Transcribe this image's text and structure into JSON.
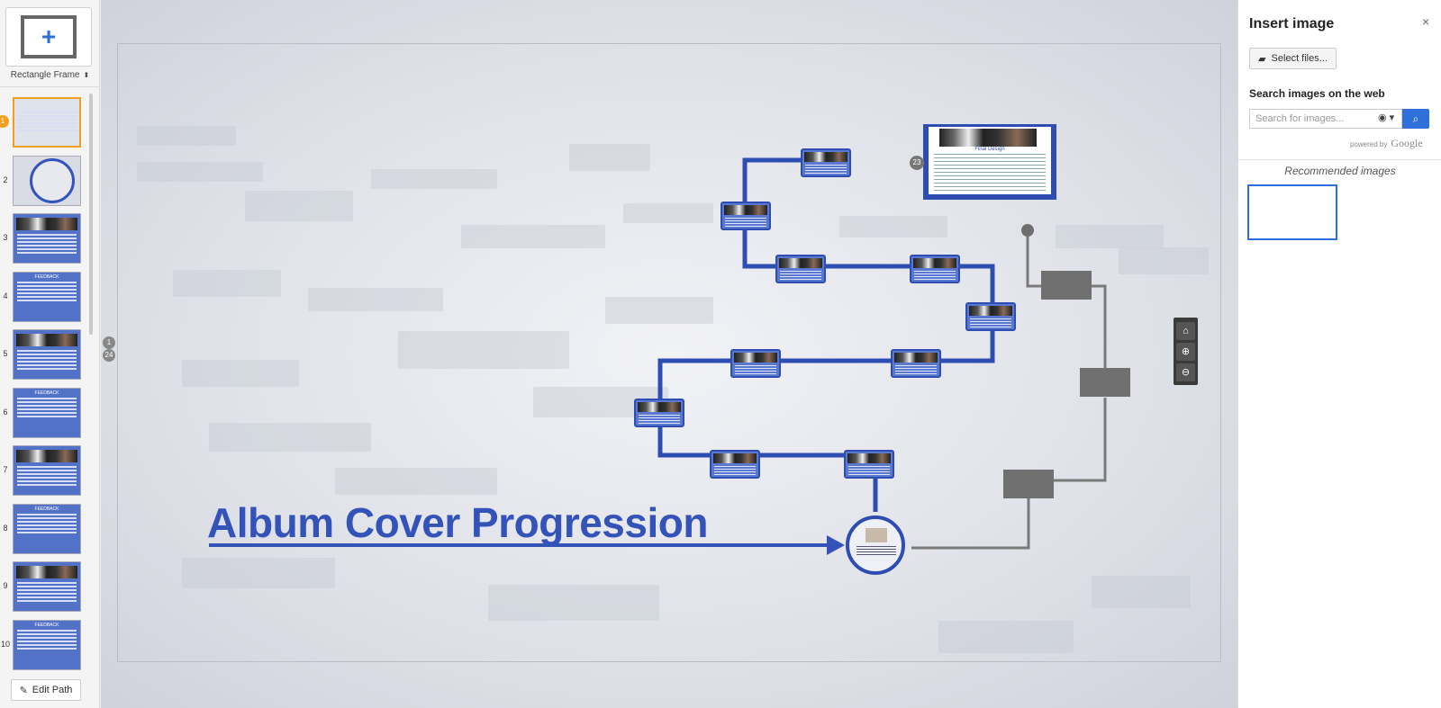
{
  "sidebar": {
    "frame_type": "Rectangle Frame",
    "active_badge": "1",
    "thumbnails": [
      {
        "num": "1",
        "kind": "overview"
      },
      {
        "num": "2",
        "kind": "circle"
      },
      {
        "num": "3",
        "kind": "images"
      },
      {
        "num": "4",
        "kind": "feedback",
        "title": "FEEDBACK"
      },
      {
        "num": "5",
        "kind": "images"
      },
      {
        "num": "6",
        "kind": "feedback",
        "title": "FEEDBACK"
      },
      {
        "num": "7",
        "kind": "images"
      },
      {
        "num": "8",
        "kind": "feedback",
        "title": "FEEDBACK"
      },
      {
        "num": "9",
        "kind": "images"
      },
      {
        "num": "10",
        "kind": "feedback",
        "title": "FEEDBACK"
      }
    ],
    "edit_path_label": "Edit Path"
  },
  "canvas": {
    "title": "Album Cover Progression",
    "final_design_title": "Final Design",
    "step_badge": "23",
    "path_markers": [
      "1",
      "24"
    ]
  },
  "panel": {
    "title": "Insert image",
    "close": "×",
    "select_files_label": "Select files...",
    "search_heading": "Search images on the web",
    "search_placeholder": "Search for images...",
    "powered_by": "powered by",
    "google": "Google",
    "recommended_title": "Recommended images"
  },
  "colors": {
    "accent": "#2f6fd9",
    "path_blue": "#2e4db3",
    "active_orange": "#f0a020"
  }
}
